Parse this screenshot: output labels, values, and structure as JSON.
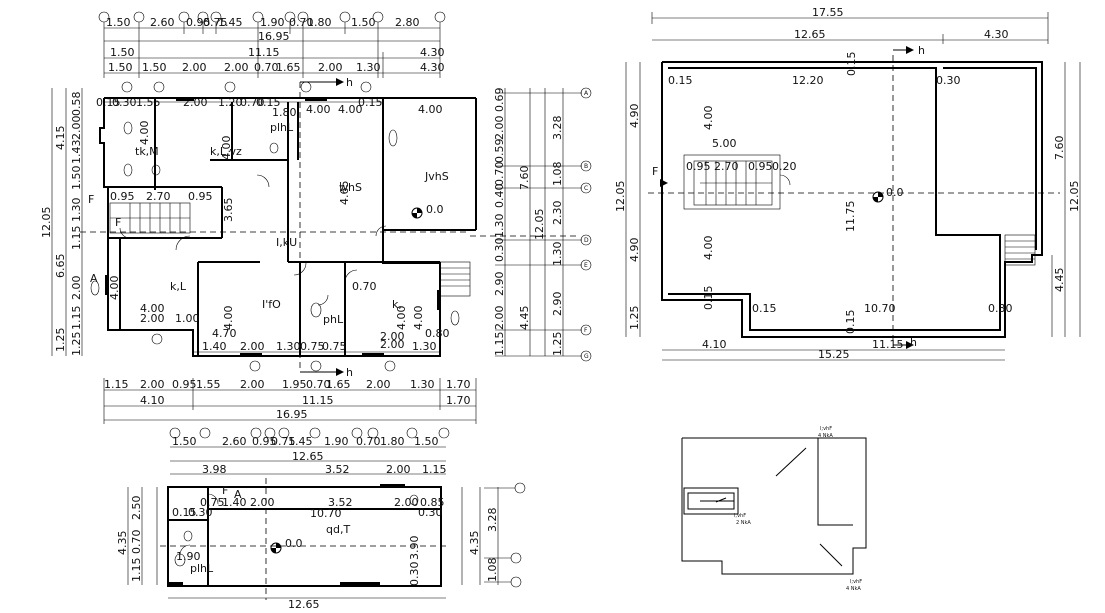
{
  "plan1": {
    "top_row1": [
      "1.50",
      "2.60",
      "0.95",
      "0.75",
      "1.45",
      "1.90",
      "0.70",
      "1.80",
      "1.50",
      "2.80"
    ],
    "top_row2": [
      "16.95"
    ],
    "top_row3": [
      "1.50",
      "11.15",
      "4.30"
    ],
    "top_row4": [
      "1.50",
      "1.50",
      "2.00",
      "2.00",
      "0.70",
      "1.65",
      "2.00",
      "1.30",
      "4.30"
    ],
    "inner_top": [
      "0.15",
      "0.30",
      "1.55",
      "2.00",
      "1.20",
      "0.70",
      "0.15",
      "4.00",
      "4.00",
      "0.15",
      "4.00"
    ],
    "bottom_row1": [
      "1.40",
      "2.00",
      "1.30",
      "0.75",
      "0.75",
      "2.00",
      "1.30"
    ],
    "bottom_row2": [
      "1.15",
      "2.00",
      "0.95",
      "1.55",
      "2.00",
      "1.95",
      "0.70",
      "1.65",
      "2.00",
      "1.30",
      "1.70"
    ],
    "bottom_row3": [
      "4.10",
      "11.15",
      "1.70"
    ],
    "bottom_row4": [
      "16.95"
    ],
    "left_outer": [
      "12.05"
    ],
    "left_mid": [
      "4.15",
      "6.65",
      "1.25"
    ],
    "left_inner": [
      "0.58",
      "2.00",
      "1.43",
      "1.50",
      "1.30",
      "1.15",
      "2.00",
      "1.15",
      "1.25"
    ],
    "right_inner": [
      "0.69",
      "2.00",
      "0.59",
      "0.70",
      "0.40",
      "1.30",
      "0.30",
      "2.90",
      "2.00",
      "1.15"
    ],
    "right_mid": [
      "3.28",
      "1.08",
      "2.30",
      "1.30",
      "2.90",
      "1.25"
    ],
    "right_outer": [
      "7.60",
      "12.05",
      "4.45"
    ],
    "rooms": [
      "tk,M",
      "k,L,vz",
      "plhL",
      "whS",
      "JvhS",
      "k,L",
      "I,kU",
      "I'fO",
      "k,",
      "phL"
    ],
    "stair_dims": [
      "0.95",
      "2.70",
      "0.95"
    ],
    "room_dims": [
      "4.00",
      "2.00",
      "1.00",
      "4.70",
      "2.00",
      "4.00",
      "4.00",
      "0.80",
      "4.00",
      "4.00",
      "4.00",
      "4.00",
      "1.80",
      "3.65",
      "0.70",
      "4.65"
    ],
    "level": "0.0",
    "cut_labels": [
      "h",
      "h"
    ],
    "f_labels": [
      "F",
      "F",
      "A"
    ],
    "grid_letters": [
      "A",
      "B",
      "C",
      "D",
      "E",
      "F",
      "G"
    ]
  },
  "plan2": {
    "top1": [
      "17.55"
    ],
    "top2": [
      "12.65",
      "4.30"
    ],
    "inner": [
      "0.15",
      "12.20",
      "0.15",
      "0.30"
    ],
    "stair_top": [
      "5.00"
    ],
    "stair_inner": [
      "0.95",
      "2.70",
      "0.95",
      "0.20"
    ],
    "left1": [
      "12.05"
    ],
    "left2": [
      "4.90",
      "4.90",
      "1.25"
    ],
    "right1": [
      "7.60"
    ],
    "right2": [
      "12.05"
    ],
    "right3": [
      "4.45"
    ],
    "mid_v": [
      "4.00",
      "11.75",
      "4.00",
      "0.15"
    ],
    "bottom_inner": [
      "0.15",
      "10.70",
      "0.30",
      "0.15"
    ],
    "bottom1": [
      "4.10",
      "11.15"
    ],
    "bottom2": [
      "15.25"
    ],
    "level": "0.0",
    "cut": "h",
    "f": "F"
  },
  "plan3": {
    "top1": [
      "1.50",
      "2.60",
      "0.95",
      "0.75",
      "1.45",
      "1.90",
      "0.70",
      "1.80",
      "1.50"
    ],
    "top2": [
      "12.65"
    ],
    "top3": [
      "3.98",
      "3.52",
      "2.00",
      "1.15"
    ],
    "inner": [
      "0.75",
      "1.40",
      "2.00",
      "3.52",
      "2.00",
      "0.85",
      "0.30",
      "10.70",
      "0.30"
    ],
    "left1": [
      "4.35"
    ],
    "left2": [
      "2.50",
      "0.70",
      "1.15"
    ],
    "right1": [
      "4.35"
    ],
    "right2": [
      "3.28"
    ],
    "right3": [
      "3.90",
      "0.30",
      "1.08"
    ],
    "left_inner": [
      "0.15",
      "0.30",
      "1.90"
    ],
    "room": "qd,T",
    "small_room": "plhL",
    "level": "0.0",
    "bottom": [
      "12.65"
    ],
    "f": "F",
    "a": "A"
  },
  "plan4": {
    "labels": [
      "l;vhF",
      "4  NkA",
      "l;vhF",
      "2  NkA",
      "l;vhF",
      "4  NkA"
    ]
  }
}
